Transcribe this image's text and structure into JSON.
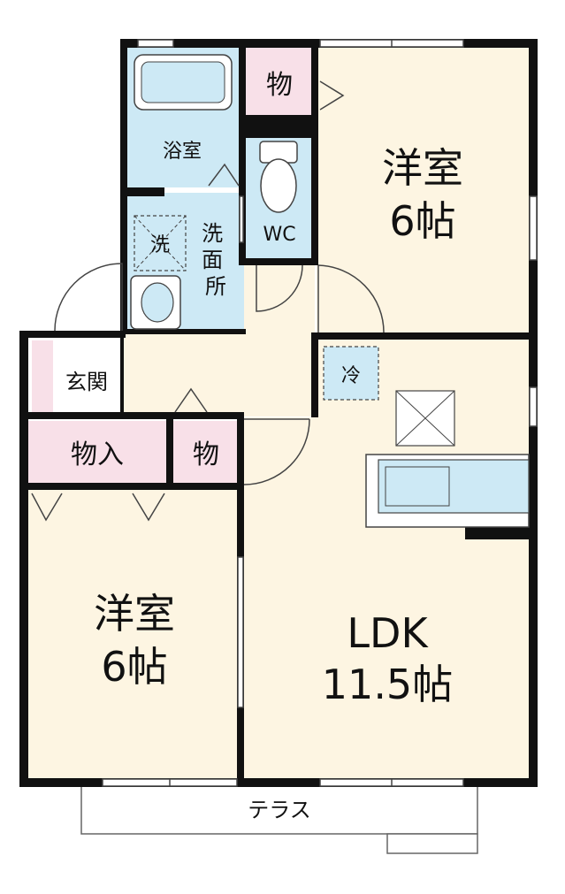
{
  "colors": {
    "room": "#fdf5e2",
    "wet": "#cde9f5",
    "storage": "#f8e0e8",
    "wall": "#111111",
    "outline": "#666666"
  },
  "rooms": {
    "western_top": {
      "name": "洋室",
      "size": "6帖"
    },
    "western_left": {
      "name": "洋室",
      "size": "6帖"
    },
    "ldk": {
      "name": "LDK",
      "size": "11.5帖"
    },
    "bath": {
      "name": "浴室"
    },
    "washroom": {
      "name": "洗面所"
    },
    "wc": {
      "name": "WC"
    },
    "entrance": {
      "name": "玄関"
    },
    "closet_top": {
      "name": "物"
    },
    "closet_mid": {
      "name": "物"
    },
    "storage_left": {
      "name": "物入"
    },
    "terrace": {
      "name": "テラス"
    }
  },
  "fixtures": {
    "washer_label": "洗",
    "fridge_label": "冷"
  }
}
